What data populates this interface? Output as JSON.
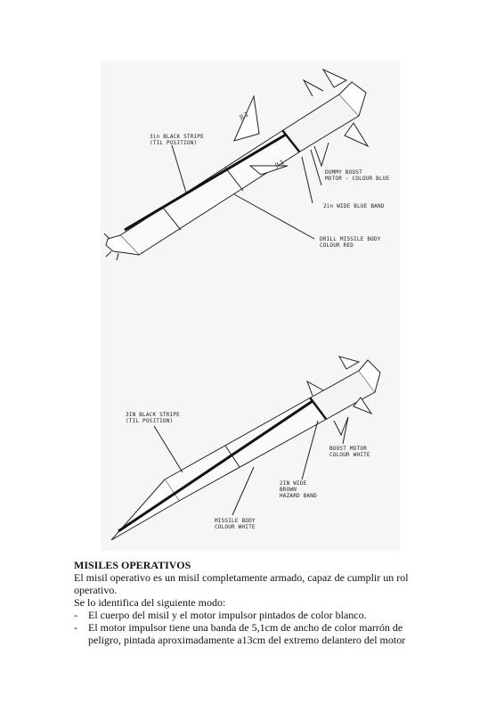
{
  "figure": {
    "top_missile": {
      "label_black_stripe": "3in BLACK STRIPE\n(TIL POSITION)",
      "label_dummy_boost": "DUMMY BOOST\nMOTOR - COLOUR BLUE",
      "label_blue_band": "2in WIDE BLUE BAND",
      "label_drill_body": "DRILL MISSILE BODY\nCOLOUR RED",
      "marking_1": "JL1",
      "marking_2": "JL1"
    },
    "bottom_missile": {
      "label_black_stripe": "3IN BLACK STRIPE\n(TIL POSITION)",
      "label_boost_motor": "BOOST MOTOR\nCOLOUR WHITE",
      "label_hazard_band": "2IN WIDE\nBROWN\nHAZARD BAND",
      "label_missile_body": "MISSILE BODY\nCOLOUR WHITE"
    }
  },
  "text": {
    "heading": "MISILES OPERATIVOS",
    "para1_line1": "El misil operativo es un misil completamente armado, capaz de cumplir un rol",
    "para1_line2": "operativo.",
    "para2": "Se lo identifica del siguiente modo:",
    "bullet_dash": "-",
    "bullet1": "El cuerpo del misil y el motor impulsor pintados de color blanco.",
    "bullet2_line1": "El motor impulsor tiene una banda de 5,1cm de ancho de color marrón de",
    "bullet2_line2": "peligro, pintada aproximadamente a13cm del extremo delantero del motor"
  }
}
